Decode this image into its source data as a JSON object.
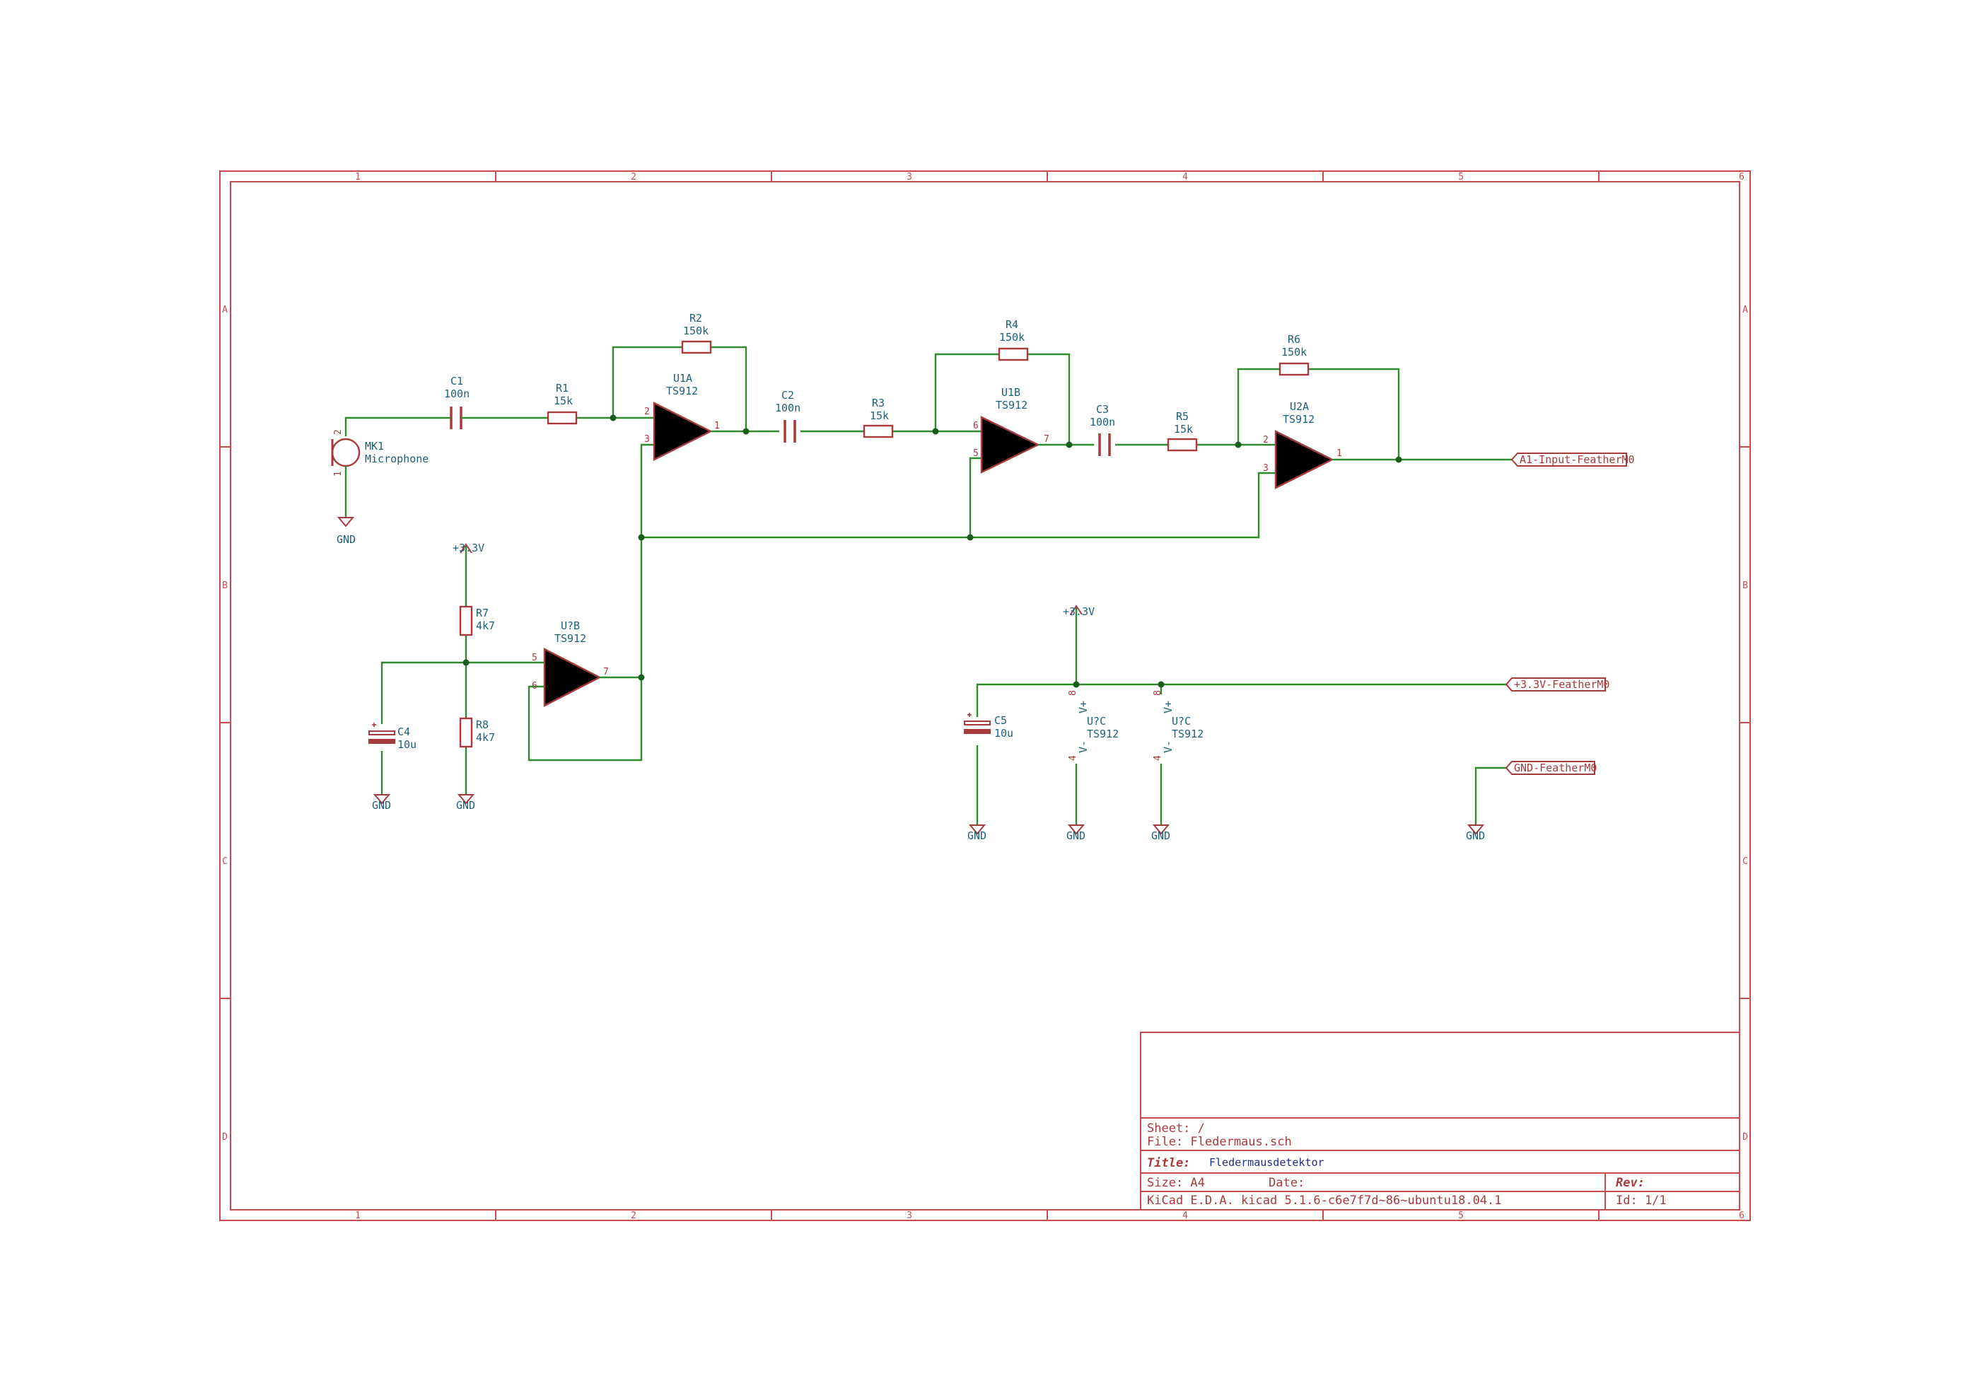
{
  "frame": {
    "columns": [
      "1",
      "2",
      "3",
      "4",
      "5",
      "6"
    ],
    "rows": [
      "A",
      "B",
      "C",
      "D"
    ]
  },
  "components": {
    "mk1": {
      "ref": "MK1",
      "value": "Microphone"
    },
    "c1": {
      "ref": "C1",
      "value": "100n"
    },
    "r1": {
      "ref": "R1",
      "value": "15k"
    },
    "r2": {
      "ref": "R2",
      "value": "150k"
    },
    "u1a": {
      "ref": "U1A",
      "value": "TS912"
    },
    "c2": {
      "ref": "C2",
      "value": "100n"
    },
    "r3": {
      "ref": "R3",
      "value": "15k"
    },
    "r4": {
      "ref": "R4",
      "value": "150k"
    },
    "u1b": {
      "ref": "U1B",
      "value": "TS912"
    },
    "c3": {
      "ref": "C3",
      "value": "100n"
    },
    "r5": {
      "ref": "R5",
      "value": "15k"
    },
    "r6": {
      "ref": "R6",
      "value": "150k"
    },
    "u2a": {
      "ref": "U2A",
      "value": "TS912"
    },
    "r7": {
      "ref": "R7",
      "value": "4k7"
    },
    "r8": {
      "ref": "R8",
      "value": "4k7"
    },
    "c4": {
      "ref": "C4",
      "value": "10u"
    },
    "c5": {
      "ref": "C5",
      "value": "10u"
    },
    "u2b": {
      "ref": "U?B",
      "value": "TS912"
    },
    "u2c1": {
      "ref": "U?C",
      "value": "TS912"
    },
    "u2c2": {
      "ref": "U?C",
      "value": "TS912"
    }
  },
  "pins": {
    "u1a": {
      "inv": "2",
      "non": "3",
      "out": "1"
    },
    "u1b": {
      "inv": "6",
      "non": "5",
      "out": "7"
    },
    "u2a": {
      "inv": "2",
      "non": "3",
      "out": "1"
    },
    "u2b": {
      "non": "5",
      "inv": "6",
      "out": "7"
    },
    "mk1": {
      "p2": "2",
      "p1": "1"
    },
    "pwr": {
      "vplus": "V+",
      "vminus": "V-",
      "p8": "8",
      "p4": "4"
    }
  },
  "power": {
    "gnd": "GND",
    "vcc": "+3.3V"
  },
  "labels": {
    "a1": "A1-Input-FeatherM0",
    "vcc": "+3.3V-FeatherM0",
    "gnd": "GND-FeatherM0"
  },
  "title_block": {
    "sheet": "Sheet: /",
    "file": "File: Fledermaus.sch",
    "title_label": "Title:",
    "title": "Fledermausdetektor",
    "size": "Size: A4",
    "date": "Date:",
    "rev": "Rev:",
    "tool": "KiCad E.D.A.  kicad 5.1.6-c6e7f7d~86~ubuntu18.04.1",
    "id": "Id: 1/1"
  },
  "colors": {
    "frame": "#c84c4c",
    "wire": "#2f8a2f",
    "component": "#a73b3b",
    "reference": "#1f5f7a",
    "title": "#1f2f8a"
  }
}
